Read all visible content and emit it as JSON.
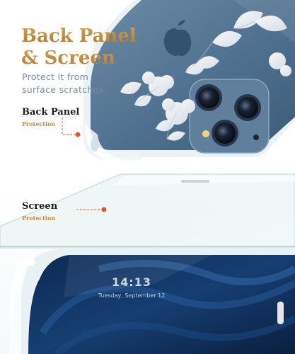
{
  "headline": {
    "line1": "Back Panel",
    "line2": "& Screen"
  },
  "tagline": {
    "line1": "Protect it from",
    "line2": "surface scratches."
  },
  "callouts": {
    "back_panel": {
      "title": "Back Panel",
      "subtitle": "Protection"
    },
    "screen": {
      "title": "Screen",
      "subtitle": "Protection"
    }
  },
  "lock_screen": {
    "time": "14:13",
    "date": "Tuesday, September 12"
  },
  "colors": {
    "accent": "#e8532a",
    "gold": "#c08a3e",
    "text_gray": "#7d8a95",
    "phone_blue": "#4a6f8e"
  }
}
